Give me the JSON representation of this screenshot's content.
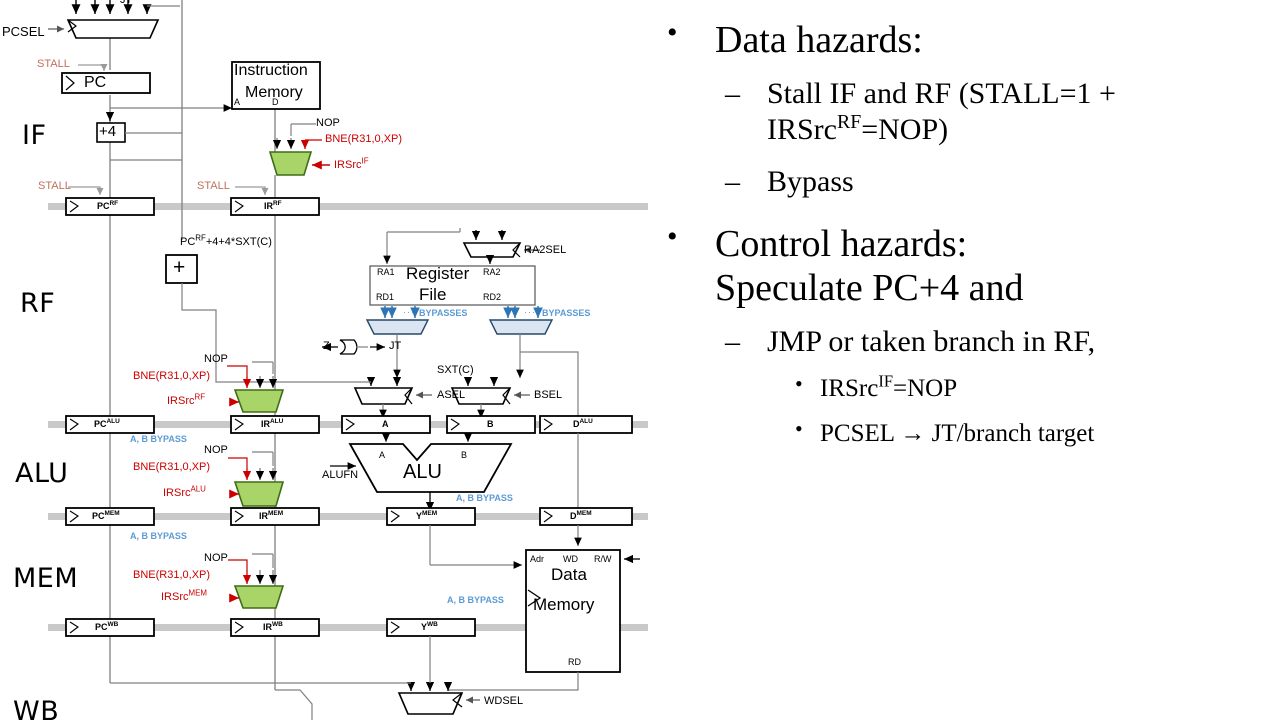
{
  "slide": {
    "title_absent": true
  },
  "bullets": {
    "items": [
      {
        "level": 1,
        "marker": "•",
        "text": "Data hazards:"
      },
      {
        "level": 2,
        "marker": "–",
        "text": "Stall IF and RF (STALL=1 + IRSrcRF=NOP)",
        "text_pre": "Stall IF and RF (STALL=1 + IRSrc",
        "sup": "RF",
        "text_post": "=NOP)"
      },
      {
        "level": 2,
        "marker": "–",
        "text": "Bypass"
      },
      {
        "level": 1,
        "marker": "•",
        "text": "Control hazards: Speculate PC+4 and"
      },
      {
        "level": 2,
        "marker": "–",
        "text": "JMP or taken branch in RF,"
      },
      {
        "level": 3,
        "marker": "•",
        "text": "IRSrcIF=NOP",
        "text_pre": "IRSrc",
        "sup": "IF",
        "text_post": "=NOP"
      },
      {
        "level": 3,
        "marker": "•",
        "text": "PCSEL → JT/branch target",
        "text_pre": "PCSEL ",
        "arrow": "→",
        "text_post": " JT/branch target"
      }
    ],
    "b1_data_hazards": "Data hazards:",
    "b2_stall_pre": "Stall IF and RF (STALL=1 + IRSrc",
    "b2_stall_sup": "RF",
    "b2_stall_post": "=NOP)",
    "b2_bypass": "Bypass",
    "b1_control_l1": "Control hazards:",
    "b1_control_l2": "Speculate PC+4 and",
    "b2_jmp": "JMP or taken branch in RF,",
    "b3_irsrc_pre": "IRSrc",
    "b3_irsrc_sup": "IF",
    "b3_irsrc_post": "=NOP",
    "b3_pcsel_pre": "PCSEL ",
    "b3_pcsel_arrow": "→",
    "b3_pcsel_post": " JT/branch target"
  },
  "diagram": {
    "stages": [
      {
        "name": "IF",
        "label": "IF"
      },
      {
        "name": "RF",
        "label": "RF"
      },
      {
        "name": "ALU",
        "label": "ALU"
      },
      {
        "name": "MEM",
        "label": "MEM"
      },
      {
        "name": "WB",
        "label": "WB"
      }
    ],
    "stage_if": "IF",
    "stage_rf": "RF",
    "stage_alu": "ALU",
    "stage_mem": "MEM",
    "stage_wb": "WB",
    "blocks": {
      "instruction_memory_l1": "Instruction",
      "instruction_memory_l2": "Memory",
      "instruction_memory_a": "A",
      "instruction_memory_d": "D",
      "register_file_l1": "Register",
      "register_file_l2": "File",
      "rf_ra1": "RA1",
      "rf_ra2": "RA2",
      "rf_rd1": "RD1",
      "rf_rd2": "RD2",
      "data_memory_l1": "Data",
      "data_memory_l2": "Memory",
      "dm_adr": "Adr",
      "dm_wd": "WD",
      "dm_rw": "R/W",
      "dm_rd": "RD",
      "pc": "PC",
      "plus4": "+4",
      "adder": "+",
      "alu": "ALU",
      "alu_in_a": "A",
      "alu_in_b": "B"
    },
    "control_signals": {
      "pcsel": "PCSEL",
      "ra2sel": "RA2SEL",
      "asel": "ASEL",
      "bsel": "BSEL",
      "alufn": "ALUFN",
      "wdsel": "WDSEL",
      "jt": "JT",
      "z": "Z",
      "nop": "NOP",
      "bne": "BNE(R31,0,XP)",
      "stall": "STALL",
      "bypasses": "BYPASSES",
      "ab_bypass": "A, B BYPASS",
      "sxtc": "SXT(C)",
      "pcrf_expr_pre": "PC",
      "pcrf_expr_sup": "RF",
      "pcrf_expr_post": "+4+4*SXT(C)",
      "irsrc_if_pre": "IRSrc",
      "irsrc_if_sup": "IF",
      "irsrc_rf_pre": "IRSrc",
      "irsrc_rf_sup": "RF",
      "irsrc_alu_pre": "IRSrc",
      "irsrc_alu_sup": "ALU",
      "irsrc_mem_pre": "IRSrc",
      "irsrc_mem_sup": "MEM"
    },
    "pipeline_registers": {
      "rf_row": [
        {
          "base": "PC",
          "sup": "RF"
        },
        {
          "base": "IR",
          "sup": "RF"
        }
      ],
      "alu_row": [
        {
          "base": "PC",
          "sup": "ALU"
        },
        {
          "base": "IR",
          "sup": "ALU"
        },
        {
          "base": "A",
          "sup": ""
        },
        {
          "base": "B",
          "sup": ""
        },
        {
          "base": "D",
          "sup": "ALU"
        }
      ],
      "mem_row": [
        {
          "base": "PC",
          "sup": "MEM"
        },
        {
          "base": "IR",
          "sup": "MEM"
        },
        {
          "base": "Y",
          "sup": "MEM"
        },
        {
          "base": "D",
          "sup": "MEM"
        }
      ],
      "wb_row": [
        {
          "base": "PC",
          "sup": "WB"
        },
        {
          "base": "IR",
          "sup": "WB"
        },
        {
          "base": "Y",
          "sup": "WB"
        }
      ]
    }
  },
  "colors": {
    "green_mux": "#a8d468",
    "green_mux_stroke": "#4a7a1e",
    "red_text": "#cc0000",
    "salmon_text": "#c0705c",
    "blue_text": "#5b9bd5",
    "bypass_mux_fill": "#dbe5f1",
    "pipeline_bus": "#c9c9c9",
    "wire": "#808080",
    "black": "#000000"
  }
}
